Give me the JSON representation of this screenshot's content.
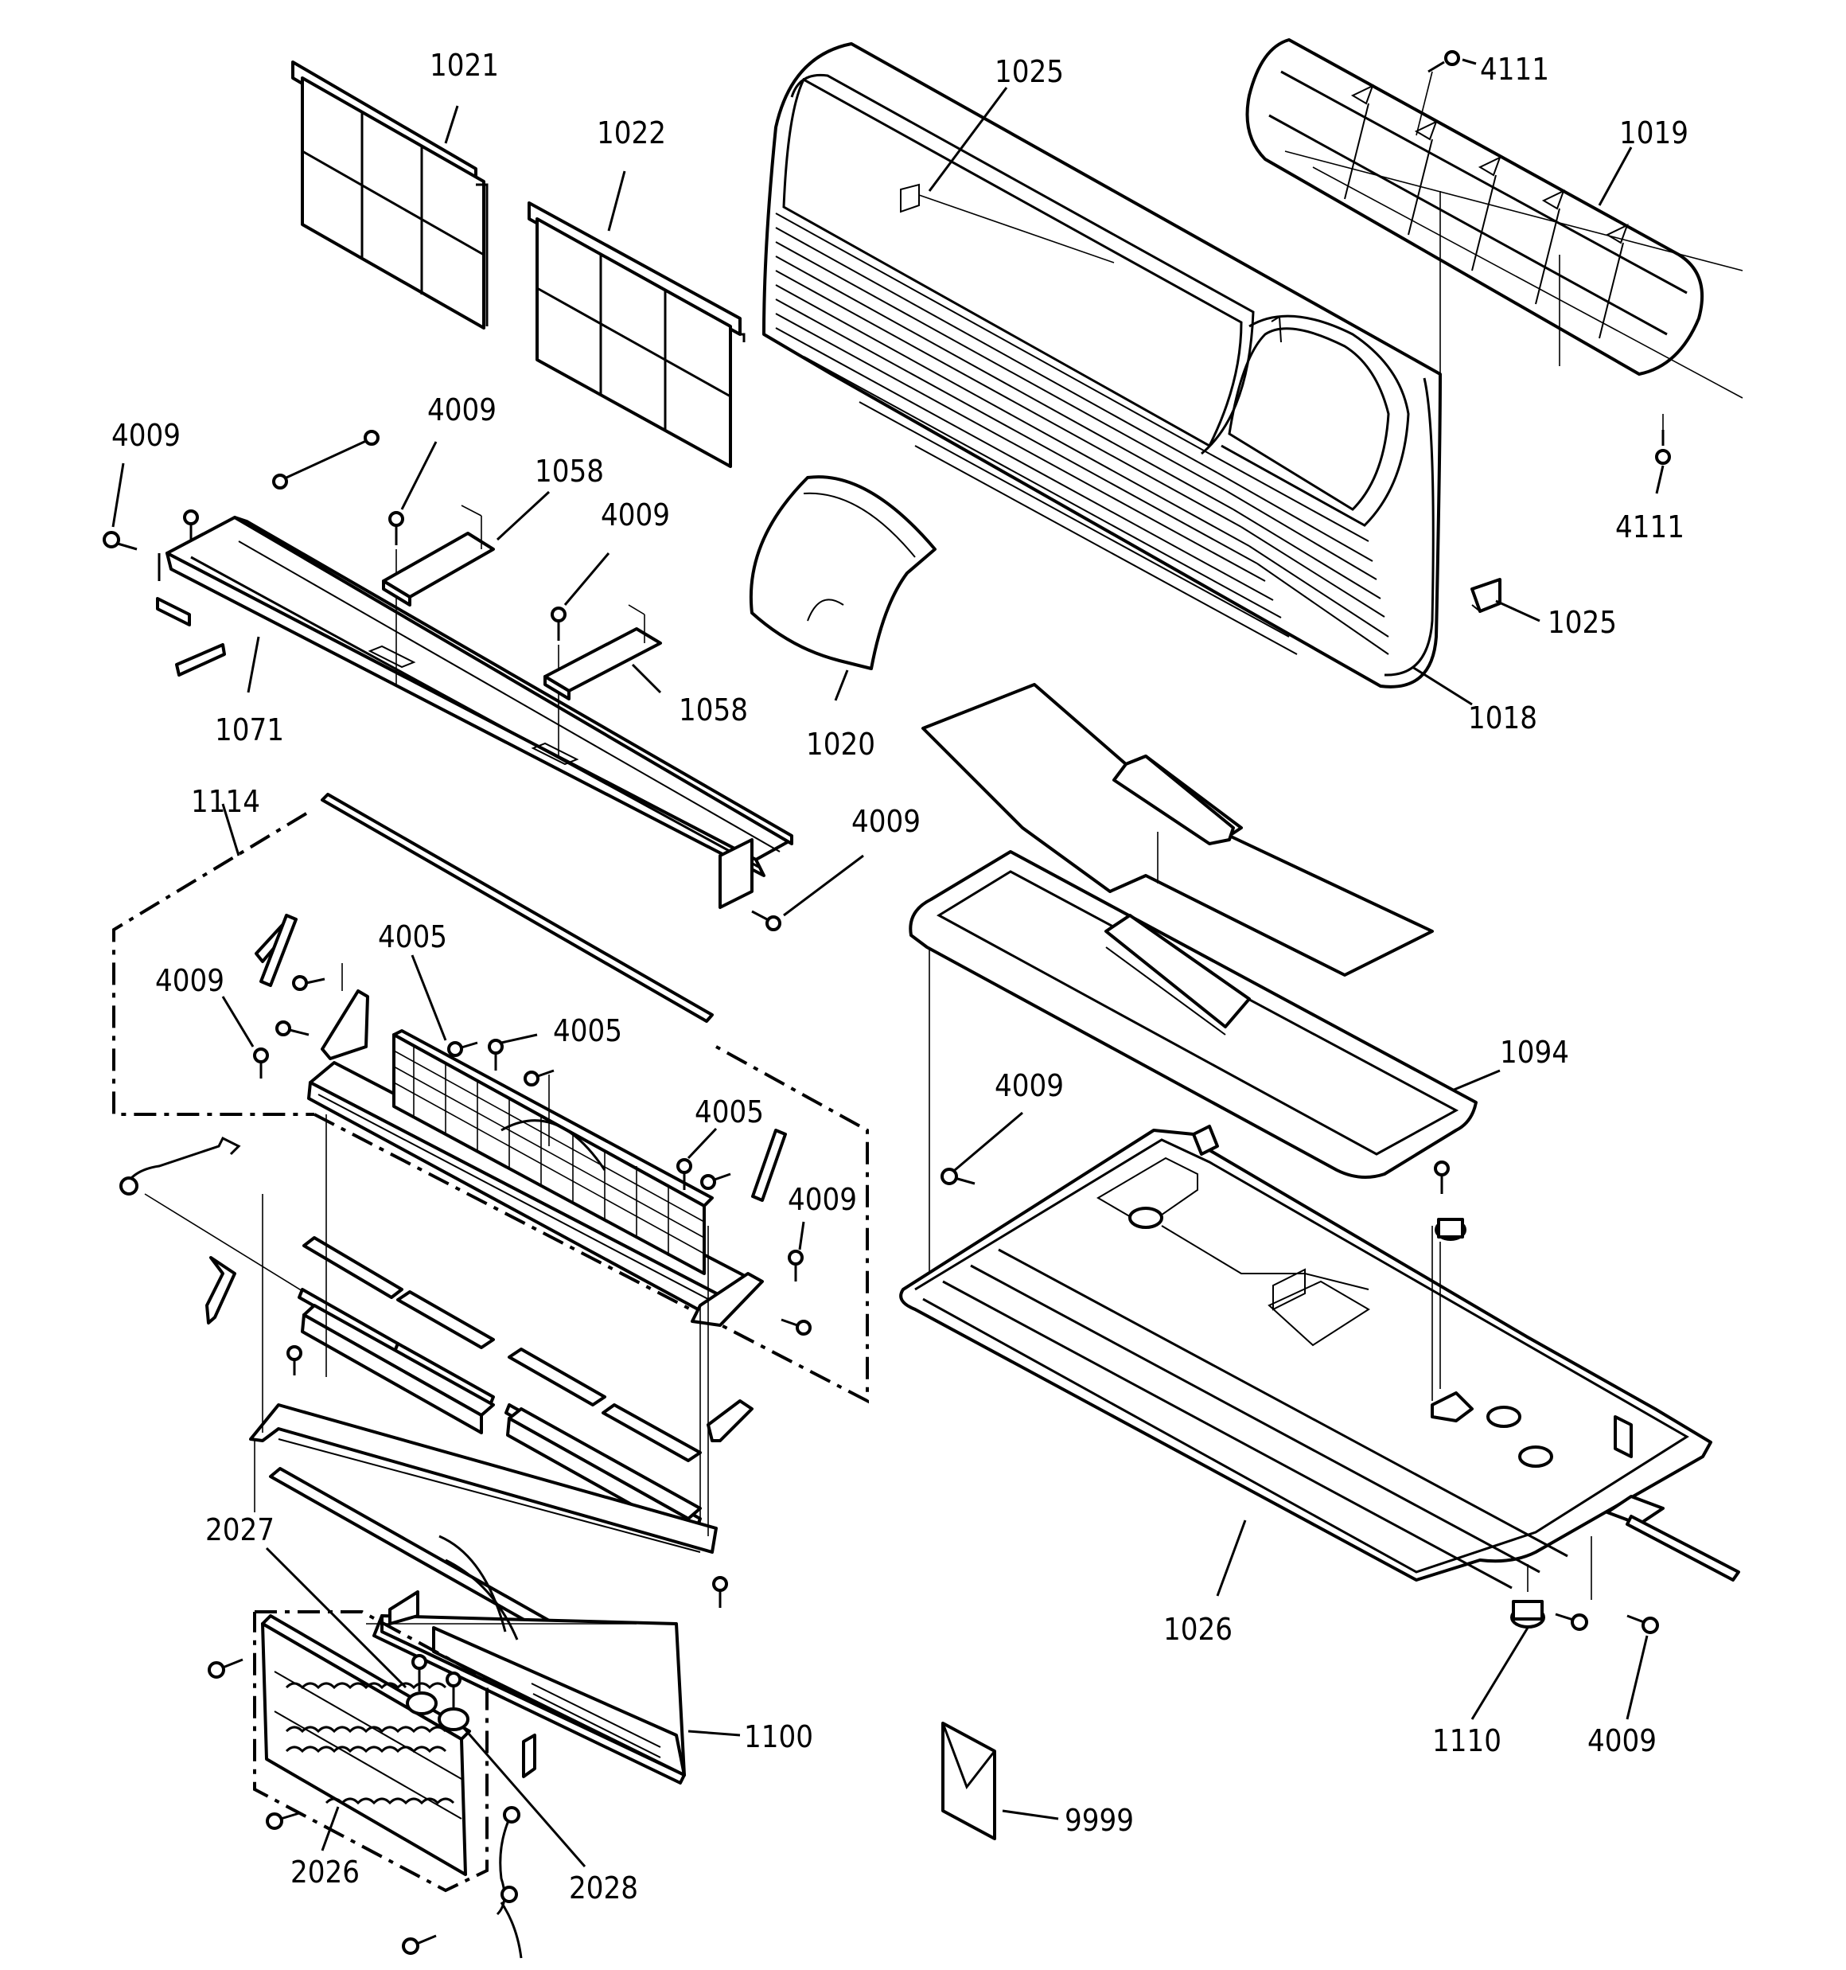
{
  "labels": {
    "p1021": "1021",
    "p1022": "1022",
    "p1025_top": "1025",
    "p4111_top": "4111",
    "p1019": "1019",
    "p4009_a": "4009",
    "p4009_b": "4009",
    "p1058_a": "1058",
    "p4009_c": "4009",
    "p4111_bot": "4111",
    "p1025_bot": "1025",
    "p1058_b": "1058",
    "p1071": "1071",
    "p1020": "1020",
    "p1018": "1018",
    "p1114": "1114",
    "p4009_d": "4009",
    "p4005_a": "4005",
    "p4009_e": "4009",
    "p4005_b": "4005",
    "p1094": "1094",
    "p4005_c": "4005",
    "p4009_f": "4009",
    "p4009_g": "4009",
    "p2027": "2027",
    "p1026": "1026",
    "p1100": "1100",
    "p1110": "1110",
    "p4009_h": "4009",
    "p9999": "9999",
    "p2026": "2026",
    "p2028": "2028"
  }
}
